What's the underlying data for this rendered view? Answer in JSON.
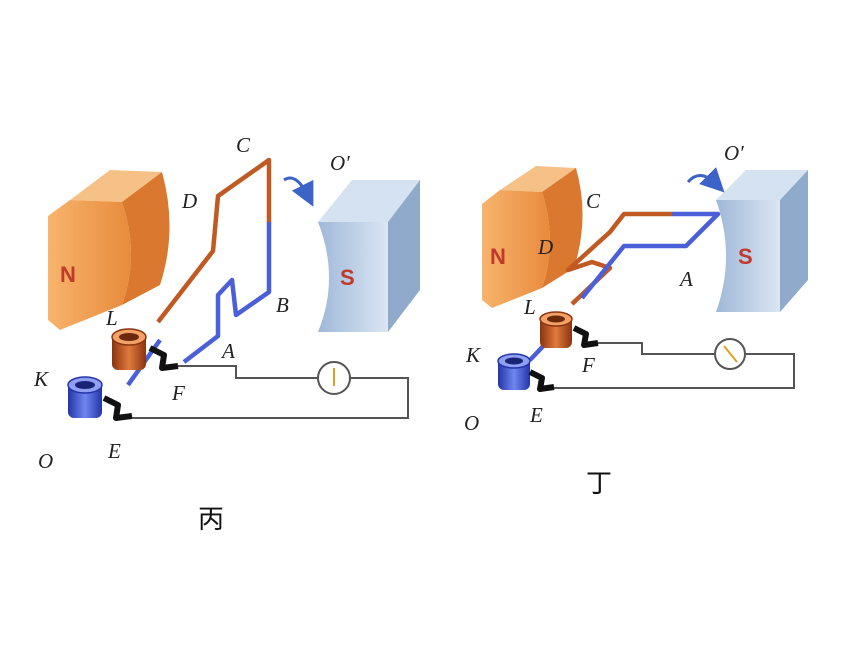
{
  "diagrams": [
    {
      "caption": "丙",
      "labels": {
        "C": "C",
        "D": "D",
        "B": "B",
        "A": "A",
        "L": "L",
        "K": "K",
        "F": "F",
        "E": "E",
        "O": "O",
        "O_prime": "O′"
      },
      "north_pole": "N",
      "south_pole": "S"
    },
    {
      "caption": "丁",
      "labels": {
        "C": "C",
        "D": "D",
        "A": "A",
        "L": "L",
        "K": "K",
        "F": "F",
        "E": "E",
        "O": "O",
        "O_prime": "O′"
      },
      "north_pole": "N",
      "south_pole": "S"
    }
  ],
  "colors": {
    "copper": "#c05a22",
    "blue_wire": "#4a5fd8",
    "magnet_n_front": "#f2a45a",
    "magnet_n_side": "#d9782e",
    "magnet_s_front": "#b9cde6",
    "magnet_s_side": "#8faacb",
    "pole_text": "#c0392b",
    "circuit": "#555555"
  },
  "icons": {
    "meter": "galvanometer-icon",
    "rotation": "rotation-arrow-icon"
  }
}
